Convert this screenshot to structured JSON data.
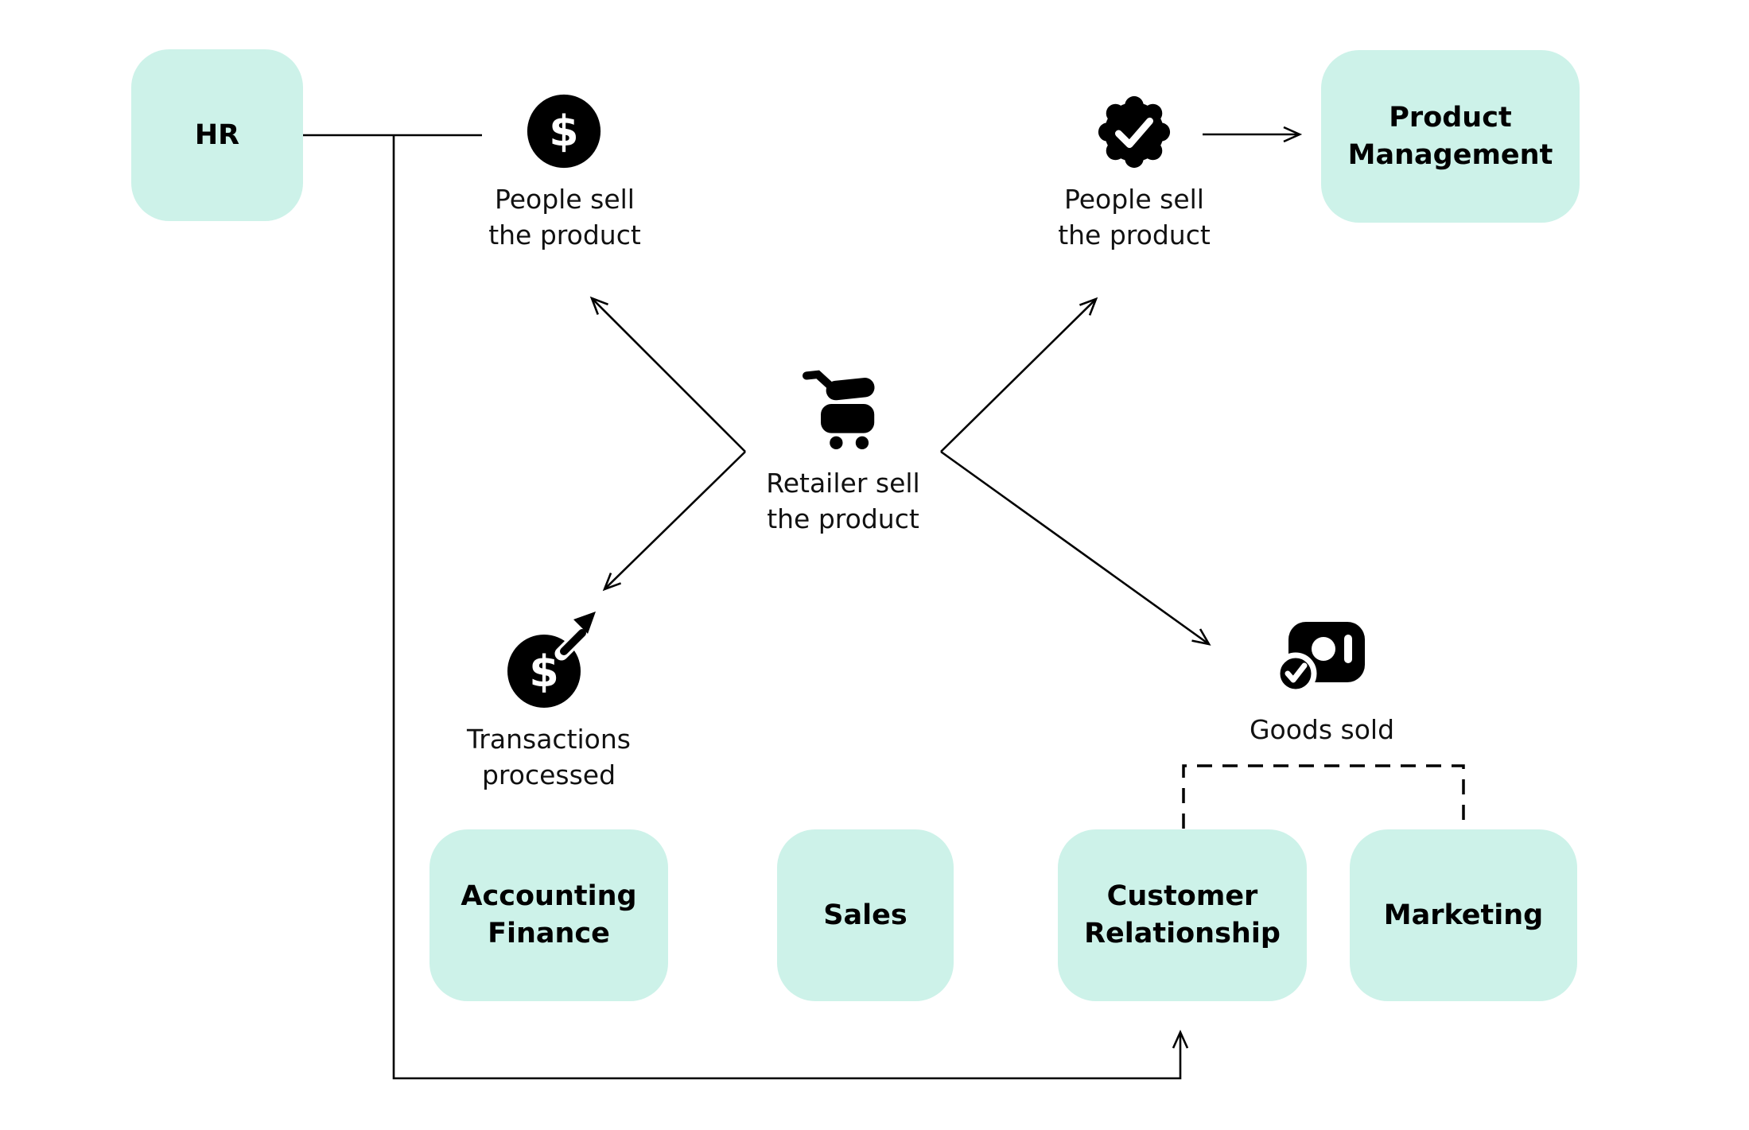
{
  "colors": {
    "background": "#ffffff",
    "box_fill": "#cdf2e9",
    "line": "#000000",
    "text": "#111111"
  },
  "nodes": {
    "hr": {
      "label": "HR"
    },
    "product_management": {
      "label": "Product\nManagement"
    },
    "accounting_finance": {
      "label": "Accounting\nFinance"
    },
    "sales": {
      "label": "Sales"
    },
    "customer_relationship": {
      "label": "Customer\nRelationship"
    },
    "marketing": {
      "label": "Marketing"
    }
  },
  "steps": {
    "people_sell_left": {
      "label": "People sell\nthe product",
      "icon": "dollar-circle-icon"
    },
    "people_sell_right": {
      "label": "People sell\nthe product",
      "icon": "badge-check-icon"
    },
    "retailer_sell": {
      "label": "Retailer sell\nthe product",
      "icon": "shopping-cart-icon"
    },
    "transactions_processed": {
      "label": "Transactions\nprocessed",
      "icon": "money-transfer-icon"
    },
    "goods_sold": {
      "label": "Goods sold",
      "icon": "money-check-icon"
    }
  }
}
